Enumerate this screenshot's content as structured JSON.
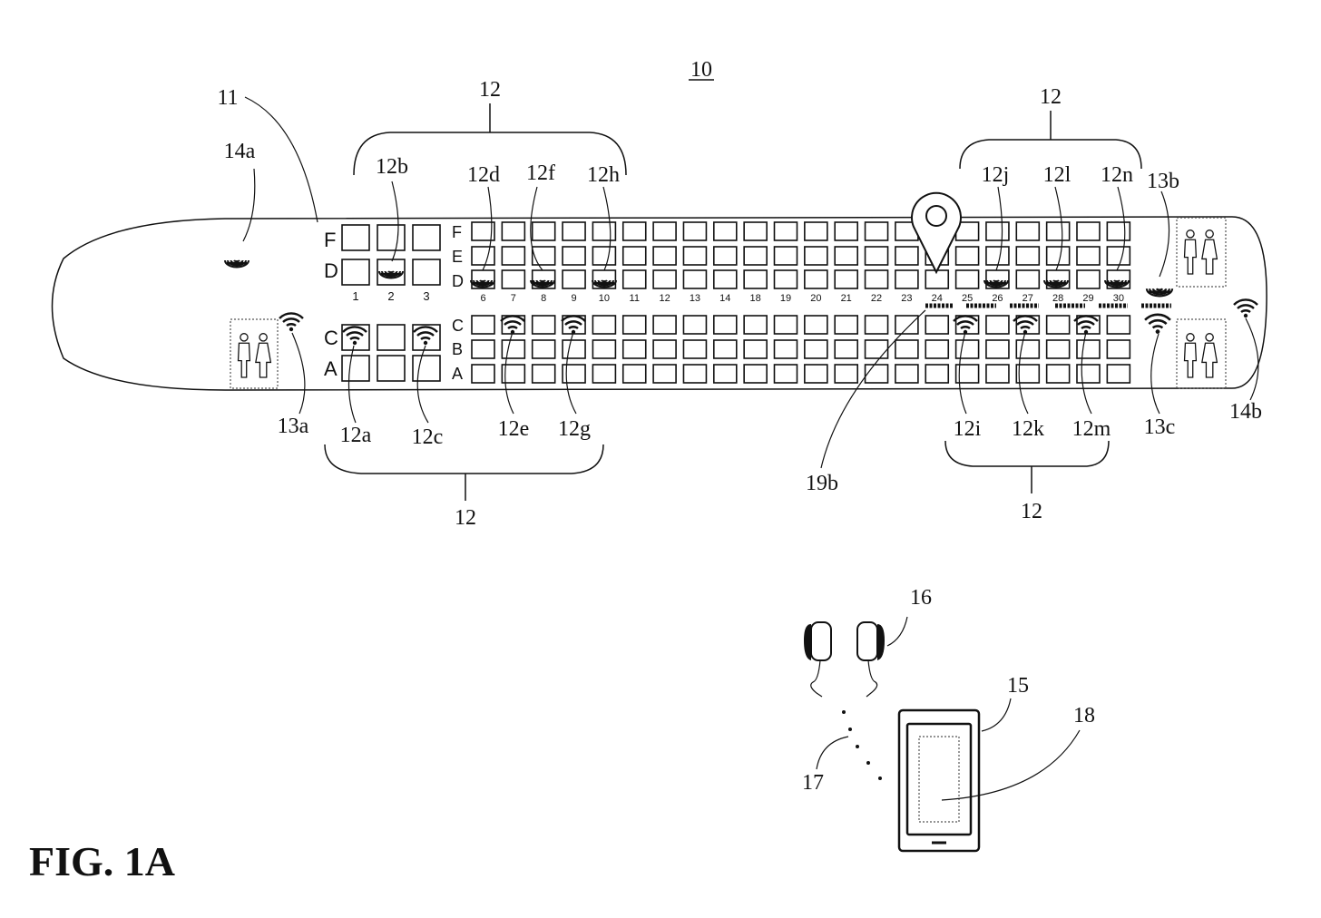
{
  "figure": {
    "number": "10",
    "caption": "FIG. 1A"
  },
  "references": {
    "aircraft": "11",
    "groups": [
      "12",
      "12",
      "12",
      "12"
    ],
    "beacons_upper": [
      "12b",
      "12d",
      "12f",
      "12h",
      "12j",
      "12l",
      "12n"
    ],
    "beacons_lower": [
      "12a",
      "12c",
      "12e",
      "12g",
      "12i",
      "12k",
      "12m"
    ],
    "lavatory_beacons": [
      "13a",
      "13b",
      "13c"
    ],
    "cabin_beacons": [
      "14a",
      "14b"
    ],
    "device": "15",
    "headphones": "16",
    "link": "17",
    "screen": "18",
    "indicator": "19b"
  },
  "cabin": {
    "front_rows": [
      "1",
      "2",
      "3"
    ],
    "front_upper_letters": [
      "F",
      "D"
    ],
    "front_lower_letters": [
      "C",
      "A"
    ],
    "main_rows": [
      "6",
      "7",
      "8",
      "9",
      "10",
      "11",
      "12",
      "13",
      "14",
      "18",
      "19",
      "20",
      "21",
      "22",
      "23",
      "24",
      "25",
      "26",
      "27",
      "28",
      "29",
      "30"
    ],
    "main_upper_letters": [
      "F",
      "E",
      "D"
    ],
    "main_lower_letters": [
      "C",
      "B",
      "A"
    ]
  },
  "icons": {
    "beacon": "broadcast-icon",
    "wifi": "wifi-icon",
    "lavatory": "restroom-icon",
    "location": "location-pin-icon"
  }
}
